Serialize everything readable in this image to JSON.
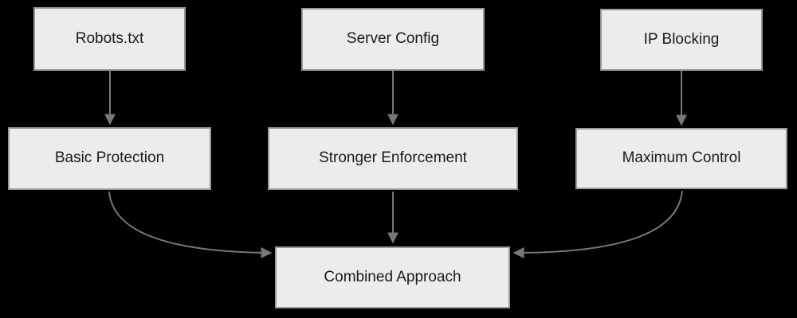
{
  "diagram": {
    "type": "flowchart",
    "direction": "top-down",
    "colors": {
      "background": "#000000",
      "node_fill": "#ececec",
      "node_border": "#999999",
      "text_color": "#1a1a1a",
      "arrow_color": "#777777"
    },
    "nodes": {
      "robots_txt": {
        "label": "Robots.txt",
        "row": "top"
      },
      "server_config": {
        "label": "Server Config",
        "row": "top"
      },
      "ip_blocking": {
        "label": "IP Blocking",
        "row": "top"
      },
      "basic_protection": {
        "label": "Basic Protection",
        "row": "middle"
      },
      "stronger_enforcement": {
        "label": "Stronger Enforcement",
        "row": "middle"
      },
      "maximum_control": {
        "label": "Maximum Control",
        "row": "middle"
      },
      "combined_approach": {
        "label": "Combined Approach",
        "row": "bottom"
      }
    },
    "edges": [
      {
        "from": "Robots.txt",
        "to": "Basic Protection",
        "style": "straight"
      },
      {
        "from": "Server Config",
        "to": "Stronger Enforcement",
        "style": "straight"
      },
      {
        "from": "IP Blocking",
        "to": "Maximum Control",
        "style": "straight"
      },
      {
        "from": "Basic Protection",
        "to": "Combined Approach",
        "style": "curved"
      },
      {
        "from": "Stronger Enforcement",
        "to": "Combined Approach",
        "style": "straight"
      },
      {
        "from": "Maximum Control",
        "to": "Combined Approach",
        "style": "curved"
      }
    ]
  }
}
